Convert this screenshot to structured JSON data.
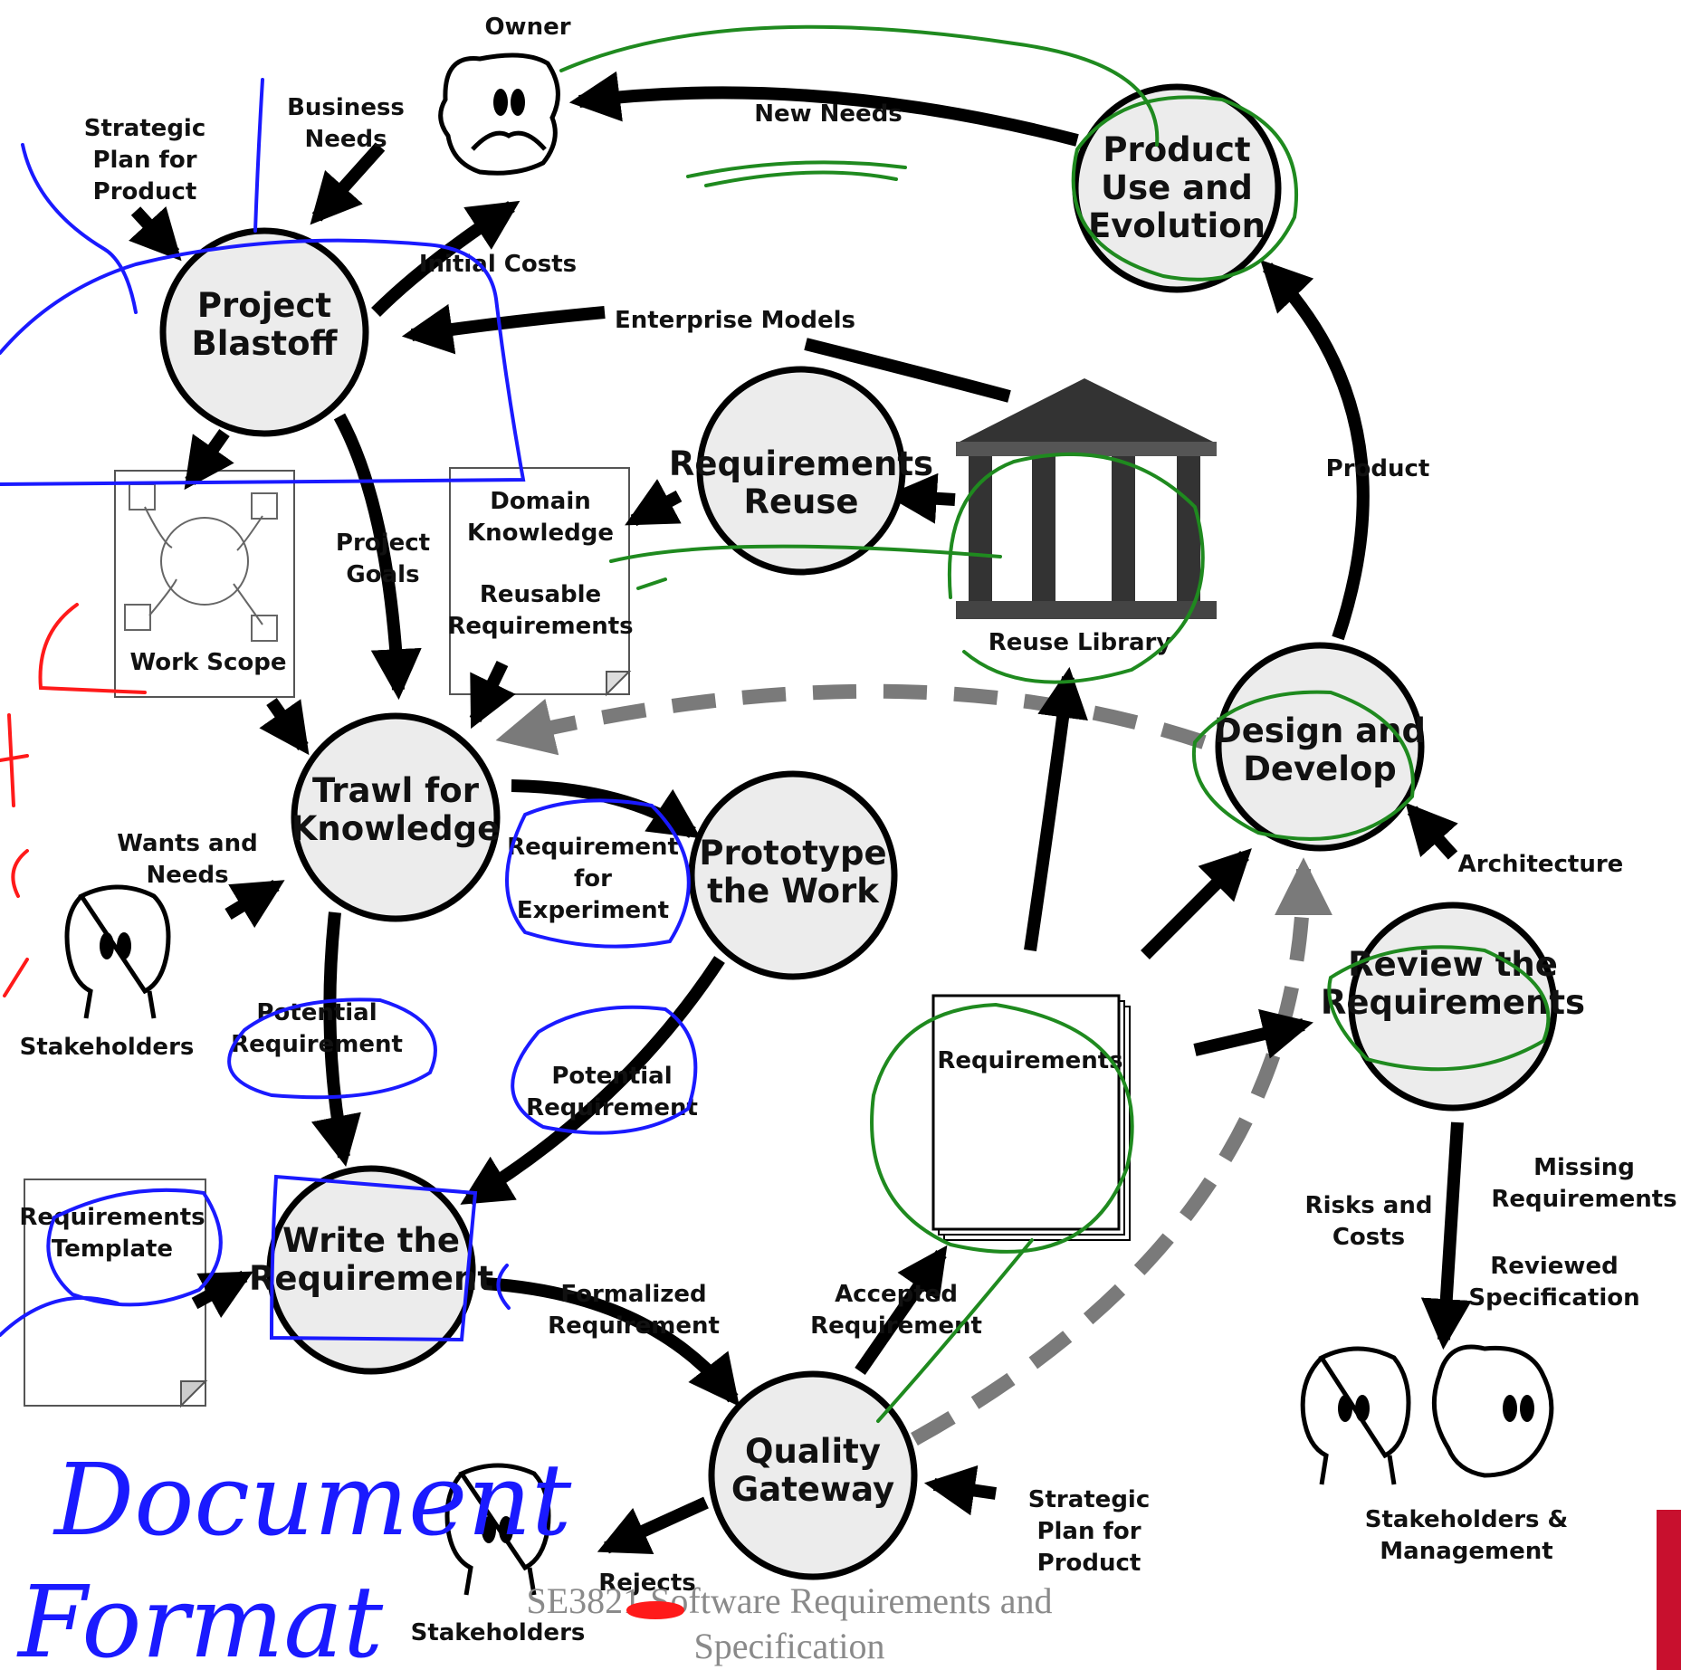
{
  "nodes": {
    "project_blastoff": [
      "Project",
      "Blastoff"
    ],
    "trawl_for_knowledge": [
      "Trawl for",
      "Knowledge"
    ],
    "prototype_the_work": [
      "Prototype",
      "the Work"
    ],
    "write_the_requirement": [
      "Write the",
      "Requirement"
    ],
    "quality_gateway": [
      "Quality",
      "Gateway"
    ],
    "requirements_reuse": [
      "Requirements",
      "Reuse"
    ],
    "product_use_and_evolution": [
      "Product",
      "Use and",
      "Evolution"
    ],
    "design_and_develop": [
      "Design and",
      "Develop"
    ],
    "review_the_requirements": [
      "Review the",
      "Requirements"
    ]
  },
  "labels": {
    "owner": [
      "Owner"
    ],
    "business_needs": [
      "Business",
      "Needs"
    ],
    "strategic_plan_top": [
      "Strategic",
      "Plan for",
      "Product"
    ],
    "new_needs": [
      "New Needs"
    ],
    "initial_costs": [
      "Initial Costs"
    ],
    "enterprise_models": [
      "Enterprise Models"
    ],
    "work_scope": [
      "Work Scope"
    ],
    "project_goals": [
      "Project",
      "Goals"
    ],
    "domain_knowledge": [
      "Domain",
      "Knowledge"
    ],
    "reusable_requirements": [
      "Reusable",
      "Requirements"
    ],
    "reuse_library": [
      "Reuse Library"
    ],
    "product": [
      "Product"
    ],
    "wants_and_needs": [
      "Wants and",
      "Needs"
    ],
    "stakeholders_left": [
      "Stakeholders"
    ],
    "requirement_for_experiment": [
      "Requirement",
      "for",
      "Experiment"
    ],
    "architecture": [
      "Architecture"
    ],
    "potential_requirement_1": [
      "Potential",
      "Requirement"
    ],
    "potential_requirement_2": [
      "Potential",
      "Requirement"
    ],
    "requirements_doc": [
      "Requirements"
    ],
    "requirements_template": [
      "Requirements",
      "Template"
    ],
    "risks_and_costs": [
      "Risks and",
      "Costs"
    ],
    "missing_requirements": [
      "Missing",
      "Requirements"
    ],
    "reviewed_specification": [
      "Reviewed",
      "Specification"
    ],
    "formalized_requirement": [
      "Formalized",
      "Requirement"
    ],
    "accepted_requirement": [
      "Accepted",
      "Requirement"
    ],
    "strategic_plan_bottom": [
      "Strategic",
      "Plan for",
      "Product"
    ],
    "stakeholders_management": [
      "Stakeholders &",
      "Management"
    ],
    "rejects": [
      "Rejects"
    ],
    "stakeholders_bottom": [
      "Stakeholders"
    ]
  },
  "footer": [
    "SE3821 Software Requirements  and",
    "Specification"
  ],
  "handwriting": [
    "Document",
    "Format"
  ],
  "colors": {
    "node_fill": "#ececec",
    "ink_blue": "#1a1aff",
    "ink_green": "#1f8a1f",
    "ink_red": "#ff1a1a",
    "dashed_gray": "#7a7a7a"
  }
}
